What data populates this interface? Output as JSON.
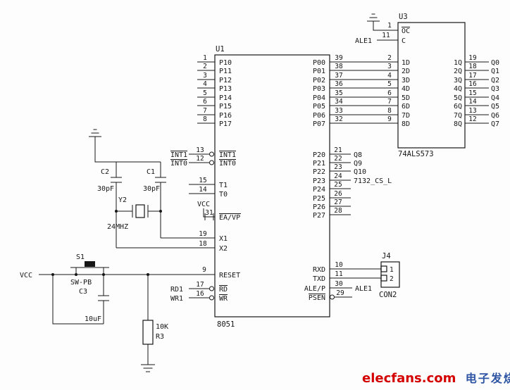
{
  "u1": {
    "ref": "U1",
    "part": "8051",
    "p1": [
      {
        "num": "1",
        "name": "P10"
      },
      {
        "num": "2",
        "name": "P11"
      },
      {
        "num": "3",
        "name": "P12"
      },
      {
        "num": "4",
        "name": "P13"
      },
      {
        "num": "5",
        "name": "P14"
      },
      {
        "num": "6",
        "name": "P15"
      },
      {
        "num": "7",
        "name": "P16"
      },
      {
        "num": "8",
        "name": "P17"
      }
    ],
    "ints": [
      {
        "net": "INT1",
        "num": "13",
        "name": "INT1"
      },
      {
        "net": "INT0",
        "num": "12",
        "name": "INT0"
      }
    ],
    "timers": [
      {
        "num": "15",
        "name": "T1"
      },
      {
        "num": "14",
        "name": "T0"
      }
    ],
    "ea": {
      "net": "VCC",
      "num": "31",
      "name": "EA/VP"
    },
    "xtal": [
      {
        "num": "19",
        "name": "X1"
      },
      {
        "num": "18",
        "name": "X2"
      }
    ],
    "reset": {
      "num": "9",
      "name": "RESET"
    },
    "rw": [
      {
        "net": "RD1",
        "num": "17",
        "name": "RD"
      },
      {
        "net": "WR1",
        "num": "16",
        "name": "WR"
      }
    ],
    "p0": [
      {
        "num": "39",
        "name": "P00"
      },
      {
        "num": "38",
        "name": "P01"
      },
      {
        "num": "37",
        "name": "P02"
      },
      {
        "num": "36",
        "name": "P03"
      },
      {
        "num": "35",
        "name": "P04"
      },
      {
        "num": "34",
        "name": "P05"
      },
      {
        "num": "33",
        "name": "P06"
      },
      {
        "num": "32",
        "name": "P07"
      }
    ],
    "p2": [
      {
        "num": "21",
        "name": "P20",
        "net": "Q8"
      },
      {
        "num": "22",
        "name": "P21",
        "net": "Q9"
      },
      {
        "num": "23",
        "name": "P22",
        "net": "Q10"
      },
      {
        "num": "24",
        "name": "P23",
        "net": "7132_CS_L"
      },
      {
        "num": "25",
        "name": "P24",
        "net": ""
      },
      {
        "num": "26",
        "name": "P25",
        "net": ""
      },
      {
        "num": "27",
        "name": "P26",
        "net": ""
      },
      {
        "num": "28",
        "name": "P27",
        "net": ""
      }
    ],
    "serial": [
      {
        "num": "10",
        "name": "RXD"
      },
      {
        "num": "11",
        "name": "TXD"
      }
    ],
    "ale": {
      "num": "30",
      "name": "ALE/P",
      "net": "ALE1"
    },
    "psen": {
      "num": "29",
      "name": "PSEN"
    }
  },
  "u3": {
    "ref": "U3",
    "part": "74ALS573",
    "oc": {
      "num": "1",
      "name": "OC"
    },
    "le": {
      "num": "11",
      "name": "C",
      "net": "ALE1"
    },
    "d": [
      {
        "num": "2",
        "name": "1D"
      },
      {
        "num": "3",
        "name": "2D"
      },
      {
        "num": "4",
        "name": "3D"
      },
      {
        "num": "5",
        "name": "4D"
      },
      {
        "num": "6",
        "name": "5D"
      },
      {
        "num": "7",
        "name": "6D"
      },
      {
        "num": "8",
        "name": "7D"
      },
      {
        "num": "9",
        "name": "8D"
      }
    ],
    "q": [
      {
        "num": "19",
        "name": "1Q",
        "net": "Q0"
      },
      {
        "num": "18",
        "name": "2Q",
        "net": "Q1"
      },
      {
        "num": "17",
        "name": "3Q",
        "net": "Q2"
      },
      {
        "num": "16",
        "name": "4Q",
        "net": "Q3"
      },
      {
        "num": "15",
        "name": "5Q",
        "net": "Q4"
      },
      {
        "num": "14",
        "name": "6Q",
        "net": "Q5"
      },
      {
        "num": "13",
        "name": "7Q",
        "net": "Q6"
      },
      {
        "num": "12",
        "name": "8Q",
        "net": "Q7"
      }
    ]
  },
  "osc": {
    "c2_ref": "C2",
    "c2_val": "30pF",
    "c1_ref": "C1",
    "c1_val": "30pF",
    "y2_ref": "Y2",
    "y2_val": "24MHZ"
  },
  "rst": {
    "vcc": "VCC",
    "s1_ref": "S1",
    "s1_val": "SW-PB",
    "c3_ref": "C3",
    "c3_val": "10uF",
    "r3_val": "10K",
    "r3_ref": "R3"
  },
  "j4": {
    "ref": "J4",
    "part": "CON2",
    "pin1": "1",
    "pin2": "2"
  },
  "logo": {
    "brand": "elecfans",
    "tld": ".com",
    "tagline": "电子发烧友",
    "brand_color": "#d40000",
    "tagline_color": "#2e55a3"
  }
}
